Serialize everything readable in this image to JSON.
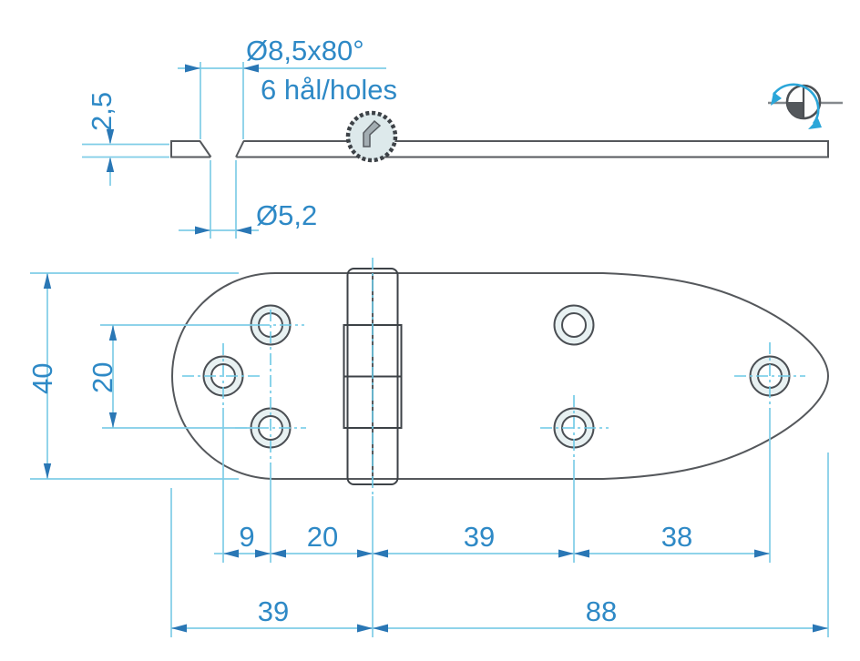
{
  "drawing_type": "hinge technical drawing, two orthographic views",
  "side_view": {
    "countersink_dim": "Ø8,5x80°",
    "holes_note": "6 hål/holes",
    "thickness_dim": "2,5",
    "hole_dia_dim": "Ø5,2"
  },
  "plan_view": {
    "height_dim": "40",
    "hole_spacing_dim": "20"
  },
  "bottom_dims": {
    "row1": [
      "9",
      "20",
      "39",
      "38"
    ],
    "row2": [
      "39",
      "88"
    ]
  },
  "colors": {
    "dimension_line": "#7fcde7",
    "dimension_arrow": "#2a77b5",
    "dimension_text": "#2e89c6",
    "outline": "#55585c",
    "metal_light": "#e8f1f2",
    "metal_mid": "#d5e3e5",
    "rotation_arrow": "#2ba6d9"
  }
}
